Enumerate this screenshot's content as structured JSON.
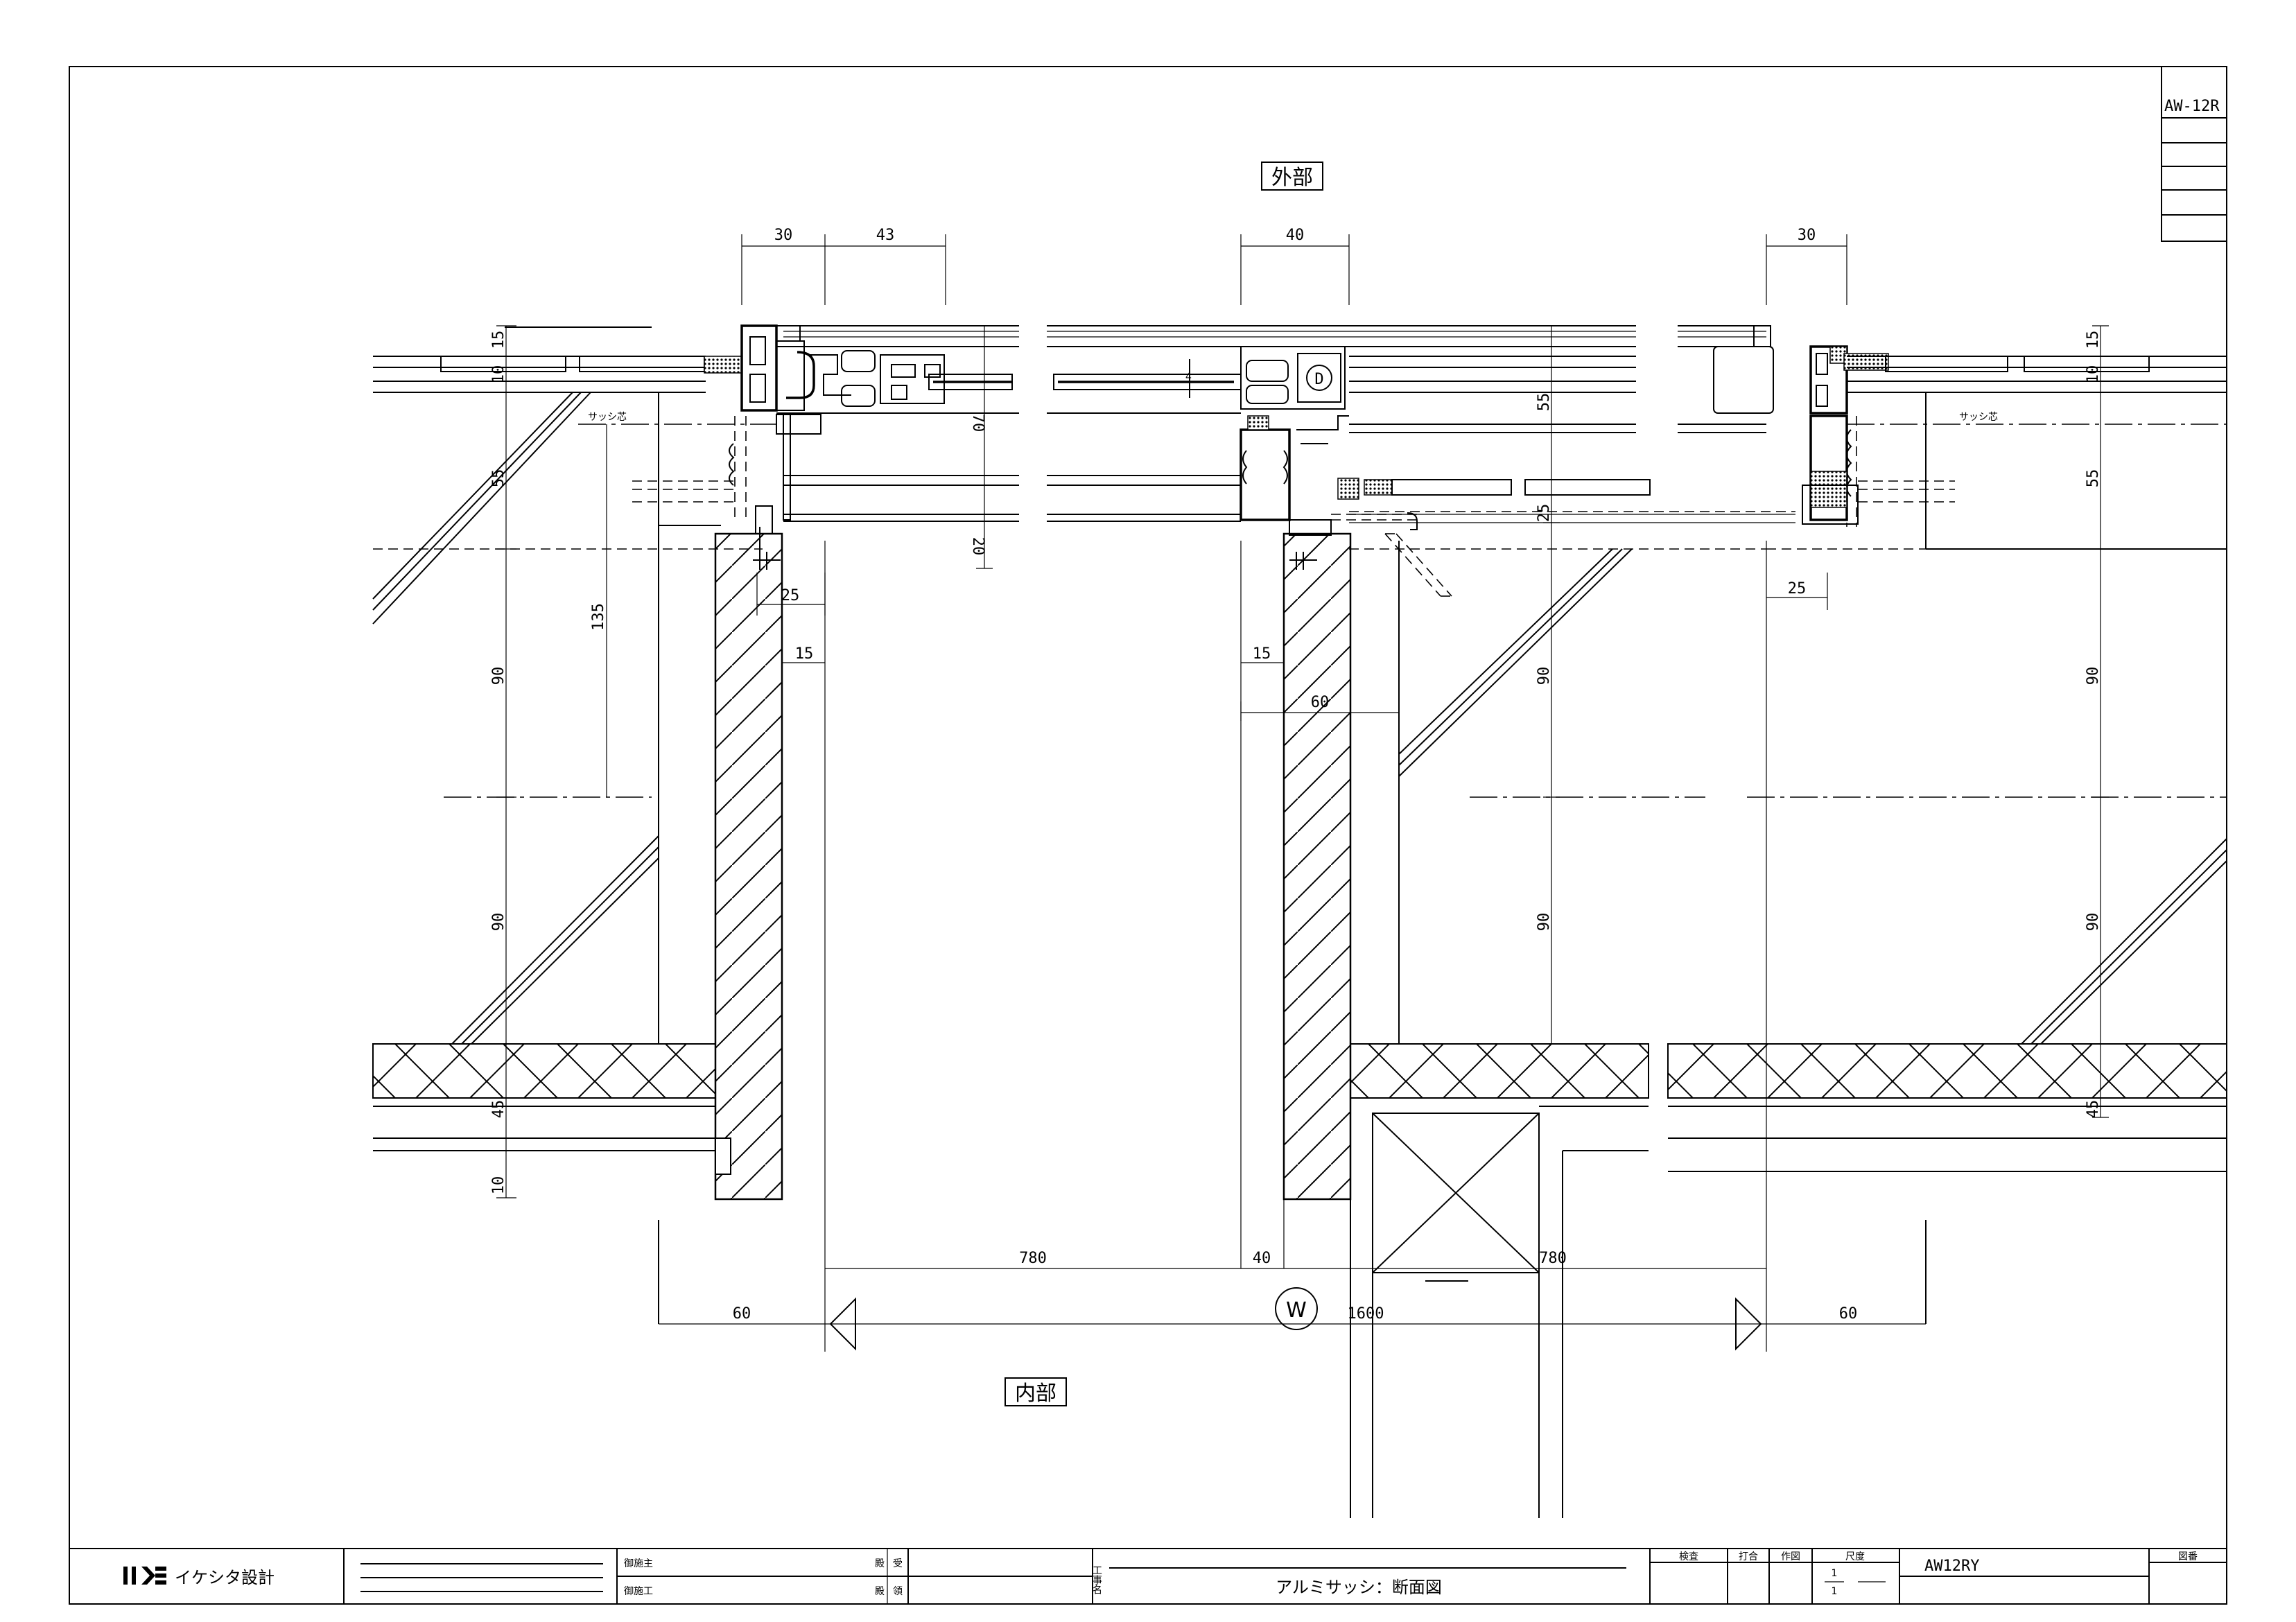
{
  "sheet_code": "AW-12R",
  "labels": {
    "exterior": "外部",
    "interior": "内部",
    "sash_center_left": "サッシ芯",
    "sash_center_right": "サッシ芯",
    "key_d": "D",
    "key_w": "W",
    "small_4": "4"
  },
  "dimensions": {
    "top": [
      "30",
      "43",
      "40",
      "30"
    ],
    "left_vertical": [
      "15",
      "10",
      "55",
      "135",
      "90",
      "90",
      "45",
      "10"
    ],
    "center_vertical": [
      "70",
      "20",
      "55",
      "25",
      "90",
      "90"
    ],
    "right_vertical": [
      "15",
      "10",
      "55",
      "90",
      "90",
      "45"
    ],
    "mid_left": [
      "25",
      "15"
    ],
    "mid_center": [
      "15",
      "60"
    ],
    "mid_right": [
      "25"
    ],
    "bottom": [
      "780",
      "40",
      "780",
      "60",
      "1600",
      "60"
    ]
  },
  "title_block": {
    "company": "イケシタ設計",
    "approval_1": "御施主",
    "approval_1_suffix": "殿",
    "approval_1_stamp": "受",
    "approval_2": "御施工",
    "approval_2_suffix": "殿",
    "approval_2_stamp": "領",
    "project_label": "工事名",
    "drawing_title": "アルミサッシ：断面図",
    "check_headers": [
      "検査",
      "打合",
      "作図"
    ],
    "scale_header": "尺度",
    "scale_num": "1",
    "scale_den": "1",
    "drawing_number": "AW12RY",
    "number_header": "図番"
  }
}
